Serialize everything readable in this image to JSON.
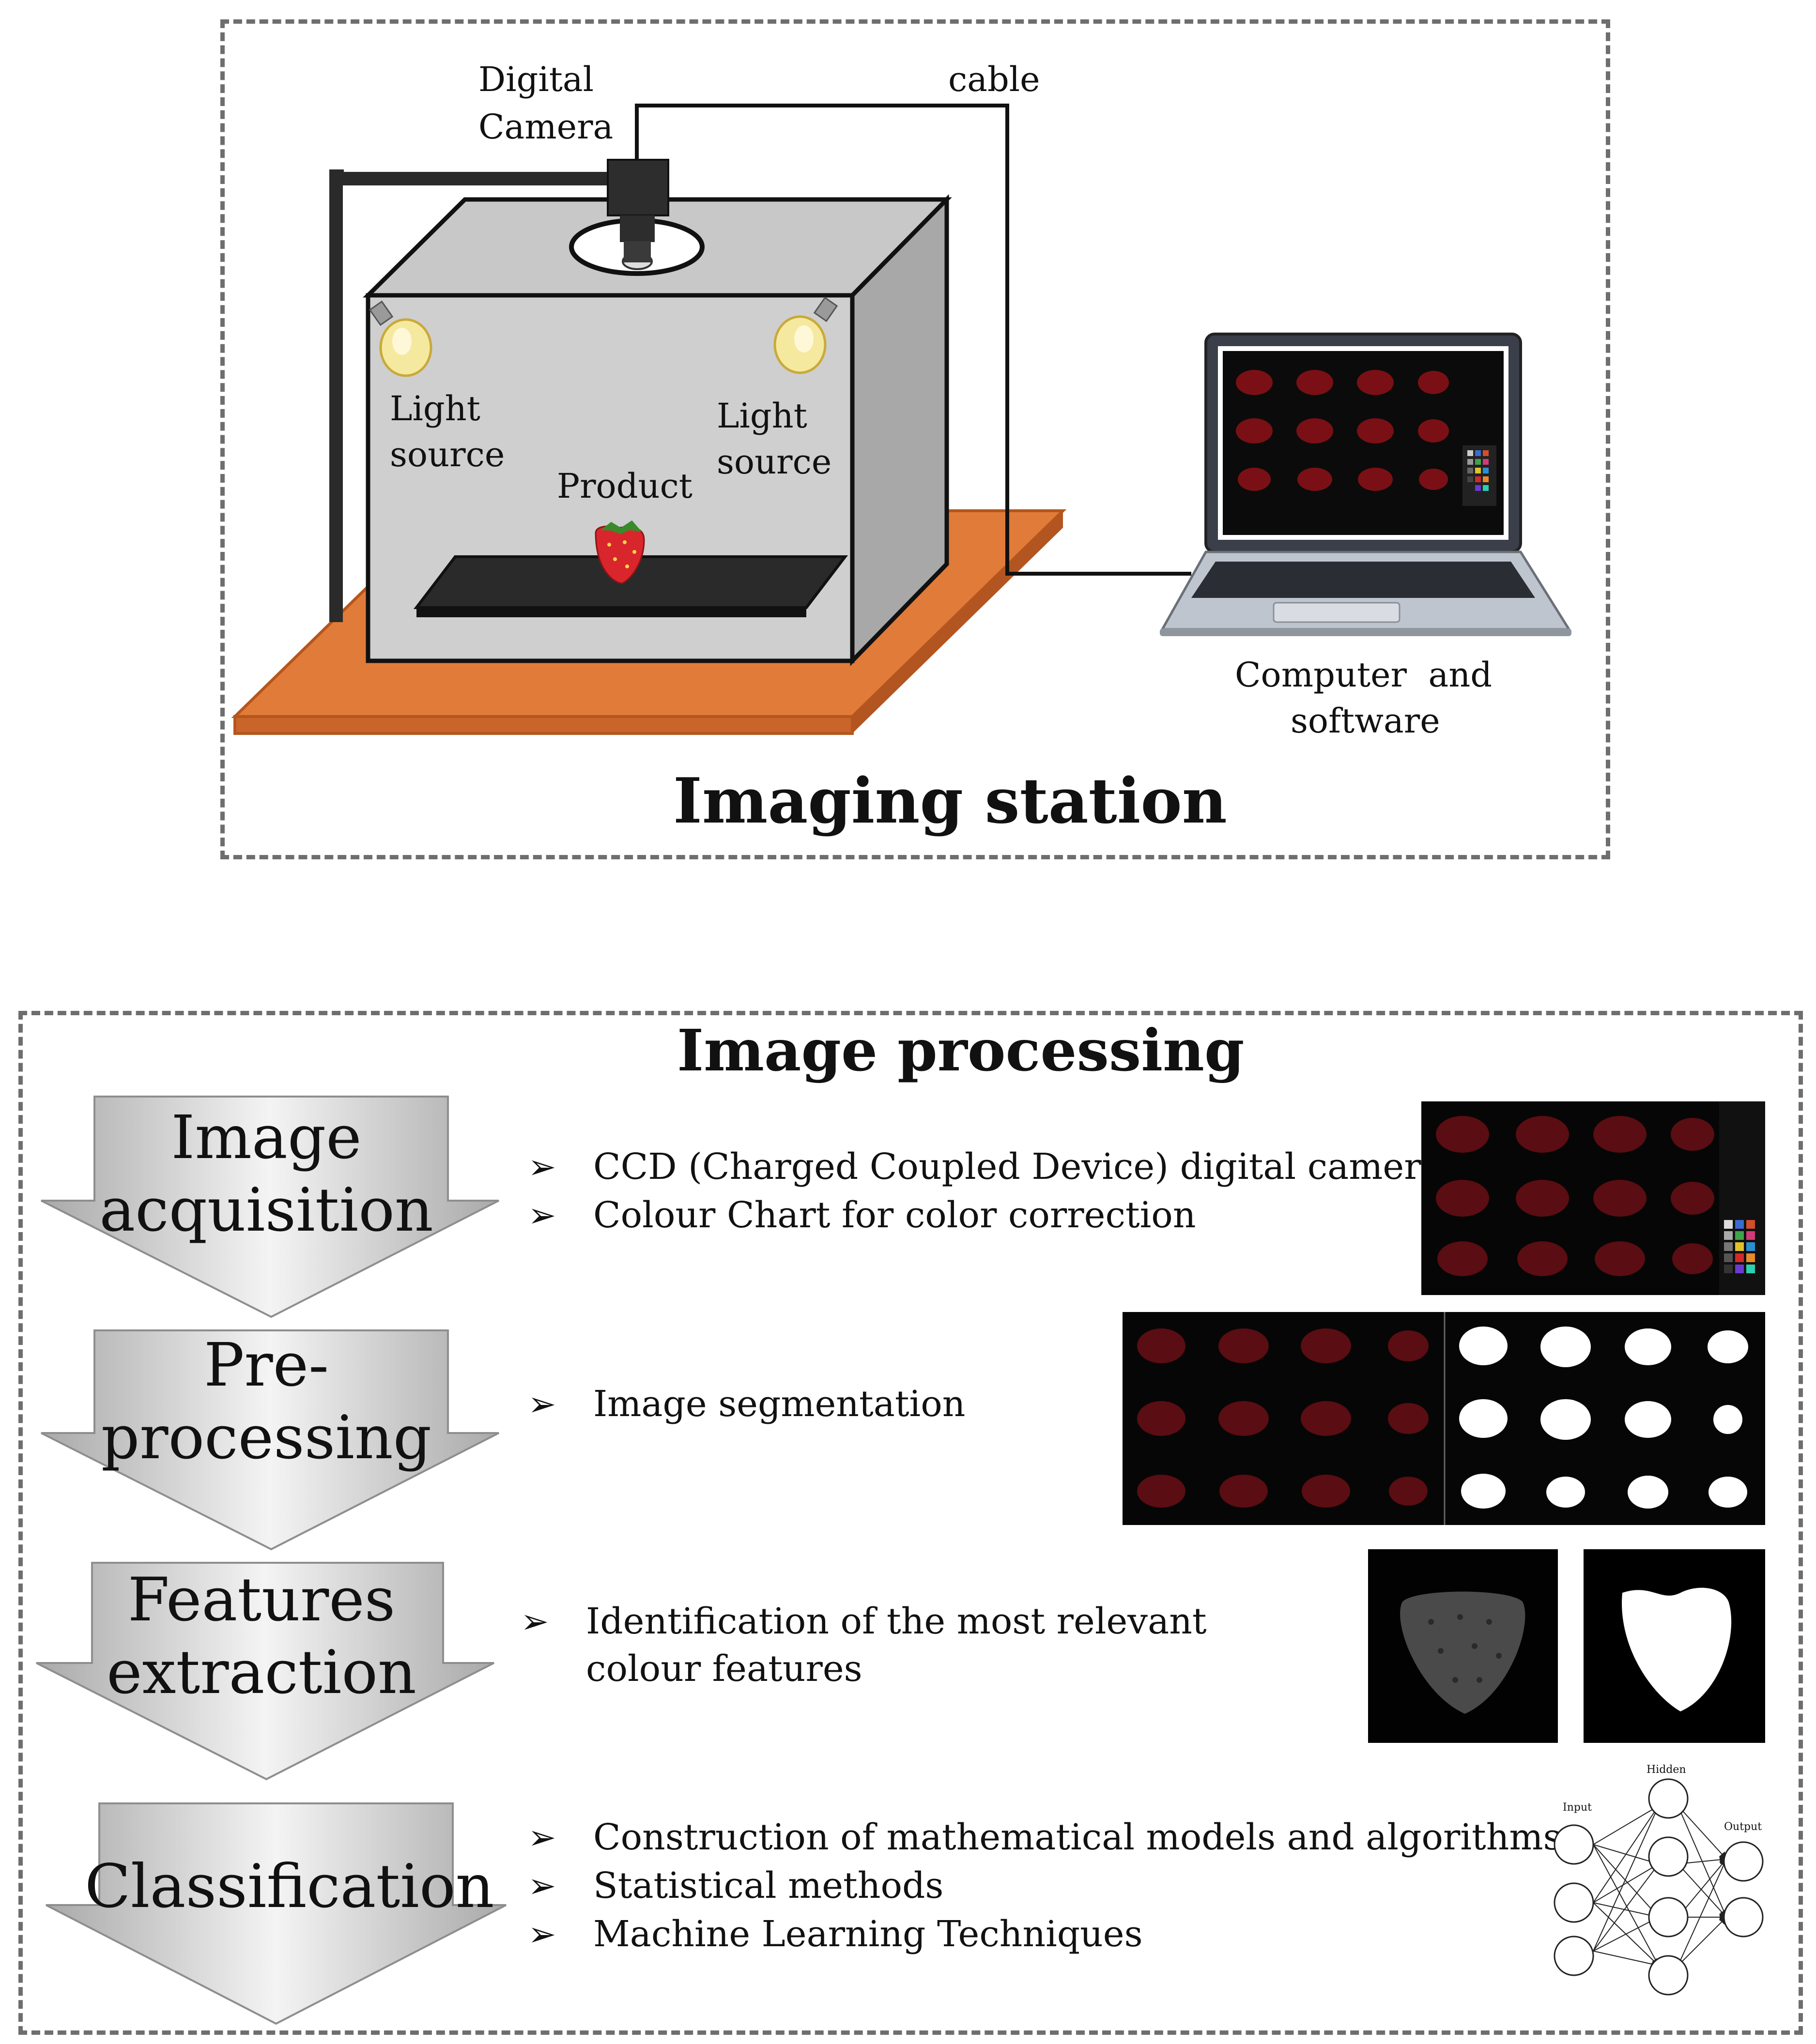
{
  "imaging_station": {
    "title": "Imaging station",
    "camera_label": [
      "Digital",
      "Camera"
    ],
    "cable_label": "cable",
    "light_left": [
      "Light",
      "source"
    ],
    "light_right": [
      "Light",
      "source"
    ],
    "product_label": "Product",
    "computer_label": [
      "Computer  and",
      "software"
    ]
  },
  "image_processing": {
    "title": "Image processing",
    "stages": [
      {
        "lines": [
          "Image",
          "acquisition"
        ],
        "bullets": [
          "CCD (Charged Coupled Device) digital camera",
          "Colour Chart for color correction"
        ]
      },
      {
        "lines": [
          "Pre-",
          "processing"
        ],
        "bullets": [
          "Image segmentation"
        ]
      },
      {
        "lines": [
          "Features",
          "extraction"
        ],
        "bullets": [
          "Identification of the most relevant colour features"
        ]
      },
      {
        "lines": [
          "Classification"
        ],
        "bullets": [
          "Construction of mathematical models and algorithms",
          "Statistical methods",
          "Machine Learning Techniques"
        ]
      }
    ],
    "network_labels": {
      "input": "Input",
      "hidden": "Hidden",
      "output": "Output"
    }
  },
  "bullet_symbol": "➢",
  "colors": {
    "dash": "#6e6e6e",
    "board": "#e07b39",
    "box_front": "#c8c8c8",
    "box_side": "#a8a8a8",
    "tray": "#333333",
    "arrow_gray": "#9a9a9a",
    "strawberry": "#d8262c"
  }
}
